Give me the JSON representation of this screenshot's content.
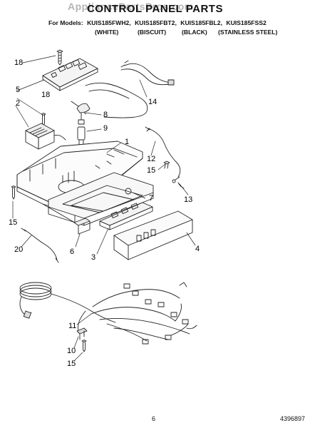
{
  "watermark": "AppliancePartsPros.com",
  "title": "CONTROL PANEL PARTS",
  "models_prefix": "For Models:",
  "models": [
    "KUIS185FWH2,",
    "KUIS185FBT2,",
    "KUIS185FBL2,",
    "KUIS185FSS2"
  ],
  "colors": [
    "(WHITE)",
    "(BISCUIT)",
    "(BLACK)",
    "(STAINLESS STEEL)"
  ],
  "callouts": {
    "c18a": "18",
    "c5": "5",
    "c18b": "18",
    "c2": "2",
    "c14": "14",
    "c8": "8",
    "c9": "9",
    "c1": "1",
    "c12": "12",
    "c15a": "15",
    "c13": "13",
    "c7": "7",
    "c15b": "15",
    "c20": "20",
    "c6": "6",
    "c3": "3",
    "c4": "4",
    "c11": "11",
    "c10": "10",
    "c15c": "15"
  },
  "footer": {
    "page": "6",
    "code": "4396897"
  }
}
